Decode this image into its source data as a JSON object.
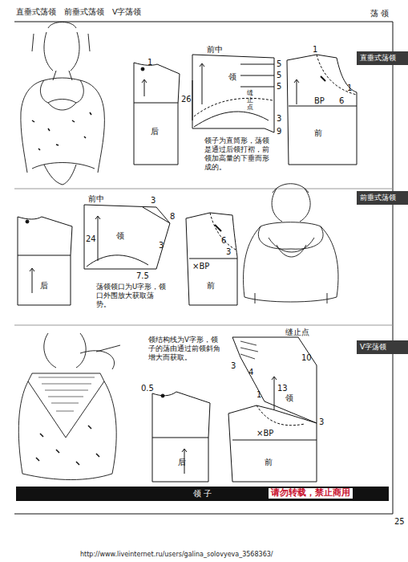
{
  "diagram": {
    "title": "直垂式荡领　前垂式荡领　V字荡领",
    "nodes": [
      {
        "text": [
          "直垂式荡领"
        ]
      },
      {
        "text": [
          "前垂式荡领"
        ]
      },
      {
        "text": [
          "V字荡领"
        ]
      },
      {
        "text": [
          "领 子"
        ]
      }
    ],
    "labels": [
      "荡 领",
      "1",
      "后",
      "前中",
      "领",
      "26",
      "5",
      "5",
      "5",
      "缝止点",
      "3",
      "9",
      "领子为直筒形，荡领是通过后领打褶，前领加高量的下垂而形成的。",
      "1",
      "BP",
      "6",
      "1",
      "前",
      "前中",
      "3",
      "8",
      "24",
      "领",
      "3",
      "7.5",
      "荡领领口为U字形，领口外围放大获取荡势。",
      "×BP",
      "6",
      "3",
      "前",
      "后",
      "领结构线为V字形，领子的荡由通过前领斜角增大而获取。",
      "0.5",
      "后",
      "缝止点",
      "4",
      "13",
      "10",
      "领",
      "3",
      "1",
      "3",
      "×BP",
      "前",
      "请勿转载，禁止商用",
      "25",
      "http://www.liveinternet.ru/users/galina_solovyeva_3568363/"
    ]
  }
}
